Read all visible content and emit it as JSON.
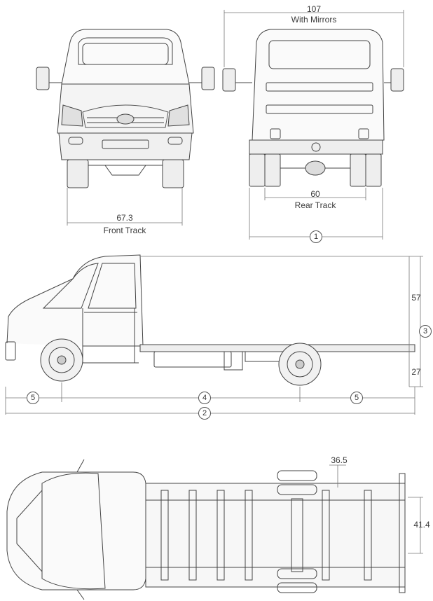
{
  "front_view": {
    "front_track_value": "67.3",
    "front_track_label": "Front Track"
  },
  "rear_view": {
    "width_mirrors_value": "107",
    "width_mirrors_label": "With Mirrors",
    "rear_track_value": "60",
    "rear_track_label": "Rear Track",
    "marker_1": "1"
  },
  "side_view": {
    "body_height": "57",
    "frame_height": "27",
    "marker_3": "3",
    "marker_5_front": "5",
    "marker_4": "4",
    "marker_5_rear": "5",
    "marker_2": "2"
  },
  "top_view": {
    "frame_width_rear": "36.5",
    "frame_width_tail": "41.4"
  }
}
